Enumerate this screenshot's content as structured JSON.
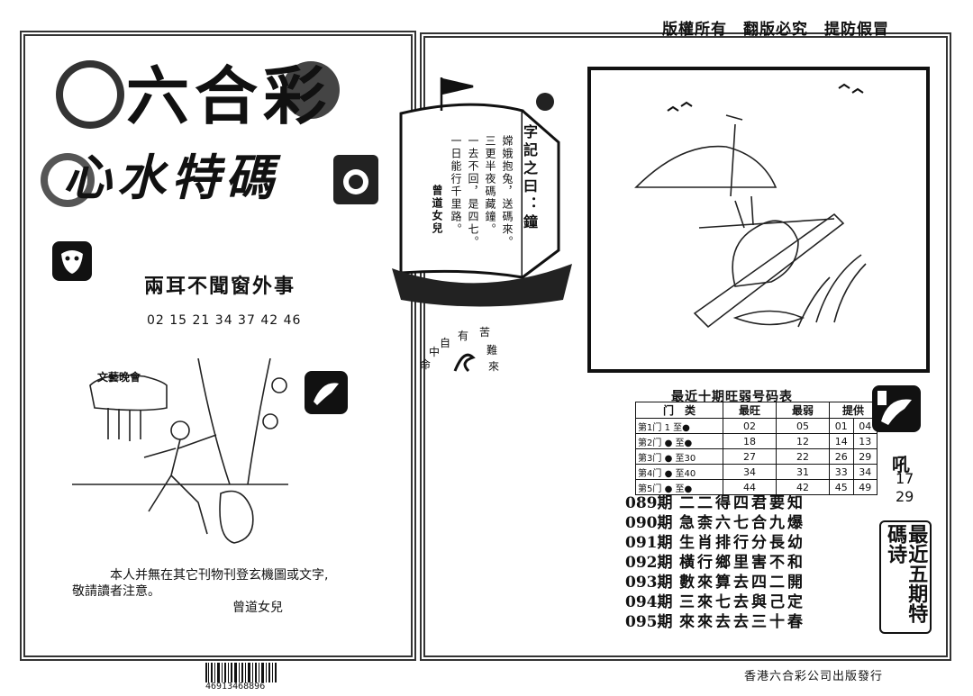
{
  "header": {
    "top_right_notice": "版權所有　翻版必究　提防假冒"
  },
  "title": {
    "main": "六合彩",
    "sub": "心水特碼"
  },
  "left_panel": {
    "phrase": "兩耳不聞窗外事",
    "numbers": "02 15 21 34 37 42 46",
    "lantern_label": "文藝晚會",
    "notice_line1": "本人并無在其它刊物刊登玄機圖或文字,",
    "notice_line2": "敬請讀者注意。",
    "signature": "曾道女兒"
  },
  "sail": {
    "heading": "字記之曰：鐘",
    "col1": "嫦娥抱兔，送碼來。",
    "col2": "三更半夜碼藏鐘。",
    "col3": "一去不回，是四七。",
    "col4": "一日能行千里路。",
    "author": "曾道女兒"
  },
  "stamp": {
    "top": "苦",
    "left_top": "有",
    "left": "自",
    "left_bottom": "中",
    "right": "難",
    "right_bottom": "來",
    "bottom": "命"
  },
  "table": {
    "title": "最近十期旺弱号码表",
    "headers": [
      "门　类",
      "最旺",
      "最弱",
      "提供"
    ],
    "rows": [
      {
        "label": "第1门",
        "range_a": "1",
        "range_b": "至●",
        "hot": "02",
        "weak": "05",
        "p1": "01",
        "p2": "04"
      },
      {
        "label": "第2门",
        "range_a": "●",
        "range_b": "至●",
        "hot": "18",
        "weak": "12",
        "p1": "14",
        "p2": "13"
      },
      {
        "label": "第3门",
        "range_a": "●",
        "range_b": "至30",
        "hot": "27",
        "weak": "22",
        "p1": "26",
        "p2": "29"
      },
      {
        "label": "第4门",
        "range_a": "●",
        "range_b": "至40",
        "hot": "34",
        "weak": "31",
        "p1": "33",
        "p2": "34"
      },
      {
        "label": "第5门",
        "range_a": "●",
        "range_b": "至●",
        "hot": "44",
        "weak": "42",
        "p1": "45",
        "p2": "49"
      }
    ]
  },
  "side": {
    "label": "吼",
    "num1": "17",
    "num2": "29",
    "vertical_title": "最近五期特碼诗"
  },
  "poems": [
    {
      "period": "089期",
      "text": "二二得四君要知"
    },
    {
      "period": "090期",
      "text": "急柰六七合九爆"
    },
    {
      "period": "091期",
      "text": "生肖排行分長幼"
    },
    {
      "period": "092期",
      "text": "橫行鄉里害不和"
    },
    {
      "period": "093期",
      "text": "數來算去四二開"
    },
    {
      "period": "094期",
      "text": "三來七去與己定"
    },
    {
      "period": "095期",
      "text": "來來去去三十春"
    }
  ],
  "footer": {
    "barcode_number": "46913468896",
    "publisher": "香港六合彩公司出版發行"
  },
  "icons": {
    "mask": "theater-mask-icon",
    "hand": "hand-writing-icon"
  }
}
